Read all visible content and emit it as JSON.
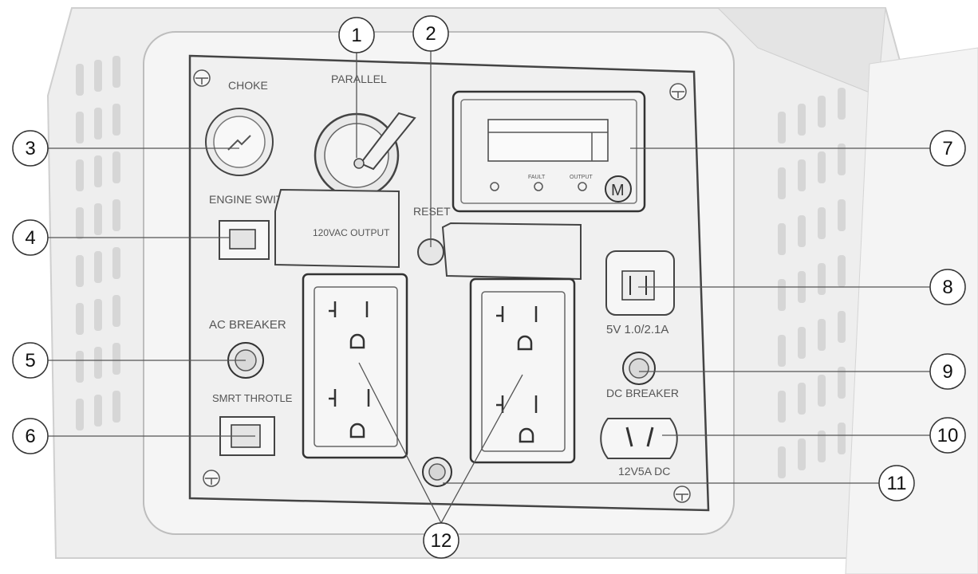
{
  "panel_labels": {
    "choke": "CHOKE",
    "parallel": "PARALLEL",
    "engine_switch": "ENGINE SWITCH",
    "reset": "RESET",
    "ac_output": "120VAC OUTPUT",
    "ac_breaker": "AC BREAKER",
    "smart_throttle": "SMRT THROTLE",
    "usb_rating": "5V 1.0/2.1A",
    "dc_breaker": "DC BREAKER",
    "dc_rating": "12V5A DC",
    "meter_fault": "FAULT",
    "meter_output": "OUTPUT",
    "meter_mode": "M"
  },
  "callouts": [
    "1",
    "2",
    "3",
    "4",
    "5",
    "6",
    "7",
    "8",
    "9",
    "10",
    "11",
    "12"
  ],
  "colors": {
    "line": "#555555",
    "panel": "#f2f2f2",
    "body": "#ececec",
    "callout_stroke": "#333333"
  }
}
